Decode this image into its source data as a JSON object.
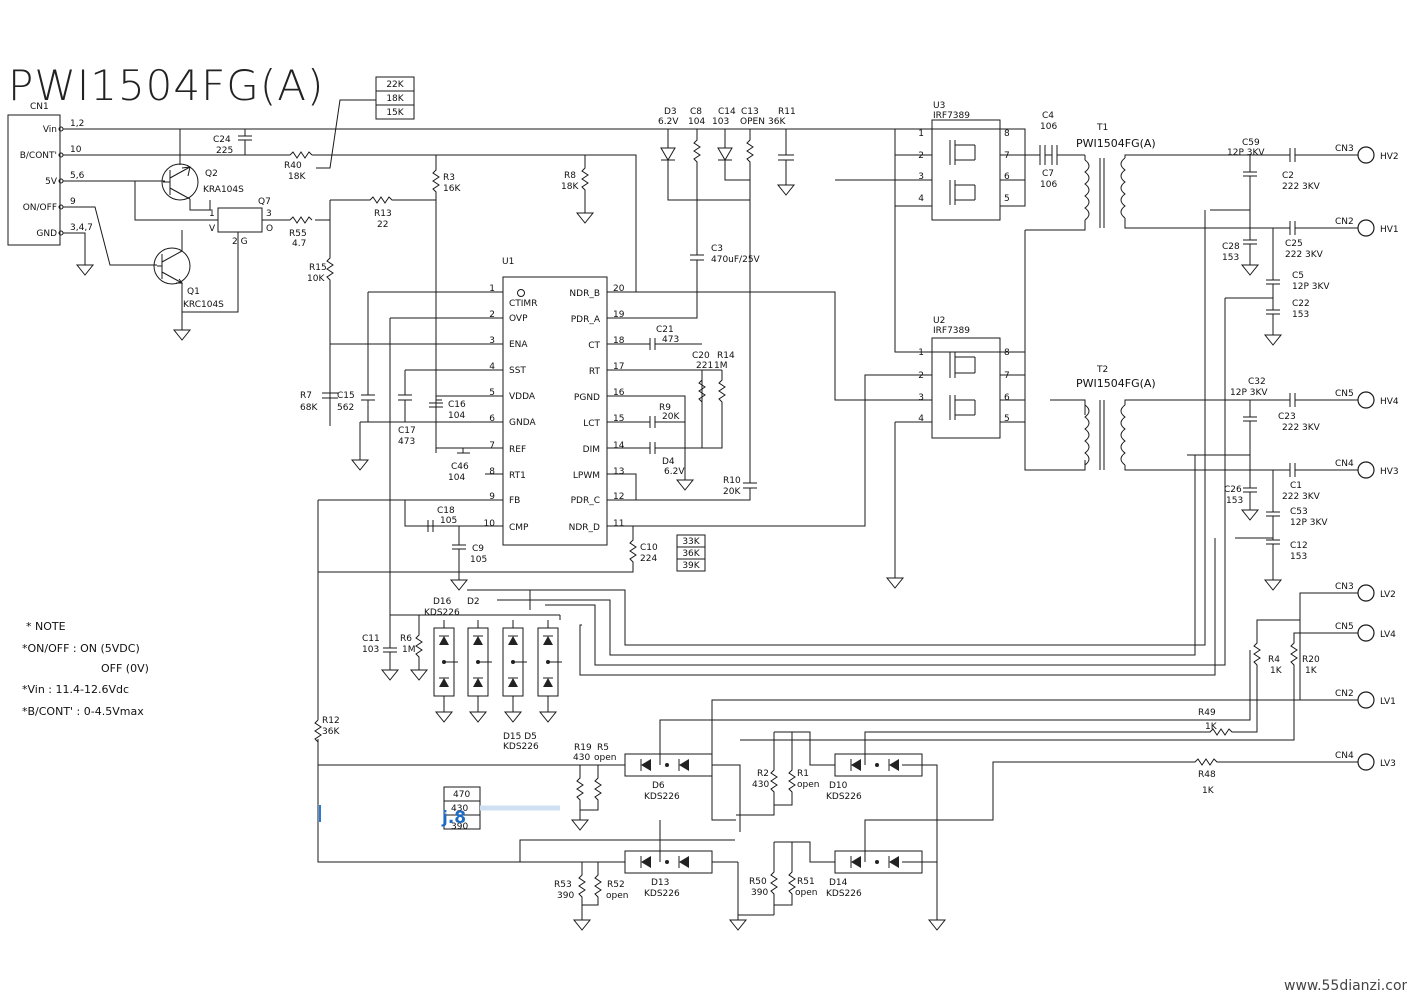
{
  "title": "PWI1504FG(A)",
  "watermark": "www.55dianzi.com",
  "overlay_tag": "j.8",
  "connector_cn1": {
    "ref": "CN1",
    "pins": [
      {
        "name": "Vin",
        "num": "1,2"
      },
      {
        "name": "B/CONT'",
        "num": "10"
      },
      {
        "name": "5V",
        "num": "5,6"
      },
      {
        "name": "ON/OFF",
        "num": "9"
      },
      {
        "name": "GND",
        "num": "3,4,7"
      }
    ]
  },
  "ic_u1": {
    "ref": "U1",
    "left_pins": [
      {
        "num": "1",
        "name": "CTIMR"
      },
      {
        "num": "2",
        "name": "OVP"
      },
      {
        "num": "3",
        "name": "ENA"
      },
      {
        "num": "4",
        "name": "SST"
      },
      {
        "num": "5",
        "name": "VDDA"
      },
      {
        "num": "6",
        "name": "GNDA"
      },
      {
        "num": "7",
        "name": "REF"
      },
      {
        "num": "8",
        "name": "RT1"
      },
      {
        "num": "9",
        "name": "FB"
      },
      {
        "num": "10",
        "name": "CMP"
      }
    ],
    "right_pins": [
      {
        "num": "20",
        "name": "NDR_B"
      },
      {
        "num": "19",
        "name": "PDR_A"
      },
      {
        "num": "18",
        "name": "CT"
      },
      {
        "num": "17",
        "name": "RT"
      },
      {
        "num": "16",
        "name": "PGND"
      },
      {
        "num": "15",
        "name": "LCT"
      },
      {
        "num": "14",
        "name": "DIM"
      },
      {
        "num": "13",
        "name": "LPWM"
      },
      {
        "num": "12",
        "name": "PDR_C"
      },
      {
        "num": "11",
        "name": "NDR_D"
      }
    ]
  },
  "mosfets": [
    {
      "ref": "U3",
      "part": "IRF7389",
      "pins": [
        "1",
        "2",
        "3",
        "4",
        "8",
        "7",
        "6",
        "5"
      ]
    },
    {
      "ref": "U2",
      "part": "IRF7389",
      "pins": [
        "1",
        "2",
        "3",
        "4",
        "8",
        "7",
        "6",
        "5"
      ]
    }
  ],
  "transformers": [
    {
      "ref": "T1",
      "part": "PWI1504FG(A)"
    },
    {
      "ref": "T2",
      "part": "PWI1504FG(A)"
    }
  ],
  "option_boxes": {
    "r40": [
      "22K",
      "18K",
      "15K"
    ],
    "r11": [
      "33K",
      "36K",
      "39K"
    ],
    "r19": [
      "470",
      "430",
      "390"
    ]
  },
  "labels": [
    {
      "id": "c24",
      "text": "C24"
    },
    {
      "id": "c24v",
      "text": "225"
    },
    {
      "id": "r40",
      "text": "R40"
    },
    {
      "id": "r40v",
      "text": "18K"
    },
    {
      "id": "q2",
      "text": "Q2"
    },
    {
      "id": "q2p",
      "text": "KRA104S"
    },
    {
      "id": "q7",
      "text": "Q7"
    },
    {
      "id": "q1",
      "text": "Q1"
    },
    {
      "id": "q1p",
      "text": "KRC104S"
    },
    {
      "id": "r55",
      "text": "R55"
    },
    {
      "id": "r55v",
      "text": "4.7"
    },
    {
      "id": "r13",
      "text": "R13"
    },
    {
      "id": "r13v",
      "text": "22"
    },
    {
      "id": "r15",
      "text": "R15"
    },
    {
      "id": "r15v",
      "text": "10K"
    },
    {
      "id": "r3",
      "text": "R3"
    },
    {
      "id": "r3v",
      "text": "16K"
    },
    {
      "id": "r8",
      "text": "R8"
    },
    {
      "id": "r8v",
      "text": "18K"
    },
    {
      "id": "d3",
      "text": "D3"
    },
    {
      "id": "d3v",
      "text": "6.2V"
    },
    {
      "id": "r9",
      "text": "R9"
    },
    {
      "id": "r9v",
      "text": "20K"
    },
    {
      "id": "d4",
      "text": "D4"
    },
    {
      "id": "d4v",
      "text": "6.2V"
    },
    {
      "id": "r10",
      "text": "R10"
    },
    {
      "id": "r10v",
      "text": "20K"
    },
    {
      "id": "c3",
      "text": "C3"
    },
    {
      "id": "c3v",
      "text": "470uF/25V"
    },
    {
      "id": "c21",
      "text": "C21"
    },
    {
      "id": "c21v",
      "text": "473"
    },
    {
      "id": "c20",
      "text": "C20"
    },
    {
      "id": "c20v",
      "text": "221"
    },
    {
      "id": "r14",
      "text": "R14"
    },
    {
      "id": "r14v",
      "text": "1M"
    },
    {
      "id": "r7",
      "text": "R7"
    },
    {
      "id": "r7v",
      "text": "68K"
    },
    {
      "id": "c15",
      "text": "C15"
    },
    {
      "id": "c15v",
      "text": "562"
    },
    {
      "id": "c16",
      "text": "C16"
    },
    {
      "id": "c16v",
      "text": "104"
    },
    {
      "id": "c17",
      "text": "C17"
    },
    {
      "id": "c17v",
      "text": "473"
    },
    {
      "id": "c46",
      "text": "C46"
    },
    {
      "id": "c46v",
      "text": "104"
    },
    {
      "id": "c18",
      "text": "C18"
    },
    {
      "id": "c18v",
      "text": "105"
    },
    {
      "id": "c9",
      "text": "C9"
    },
    {
      "id": "c9v",
      "text": "105"
    },
    {
      "id": "c10",
      "text": "C10"
    },
    {
      "id": "c10v",
      "text": "224"
    },
    {
      "id": "c8",
      "text": "C8"
    },
    {
      "id": "c8v",
      "text": "104"
    },
    {
      "id": "c14",
      "text": "C14"
    },
    {
      "id": "c14v",
      "text": "103"
    },
    {
      "id": "c13",
      "text": "C13"
    },
    {
      "id": "c13v",
      "text": "OPEN"
    },
    {
      "id": "r11",
      "text": "R11"
    },
    {
      "id": "r11v",
      "text": "36K"
    },
    {
      "id": "c4",
      "text": "C4"
    },
    {
      "id": "c4v",
      "text": "106"
    },
    {
      "id": "c7",
      "text": "C7"
    },
    {
      "id": "c7v",
      "text": "106"
    },
    {
      "id": "c59",
      "text": "C59"
    },
    {
      "id": "c59v",
      "text": "12P 3KV"
    },
    {
      "id": "c2",
      "text": "C2"
    },
    {
      "id": "c2v",
      "text": "222 3KV"
    },
    {
      "id": "c28",
      "text": "C28"
    },
    {
      "id": "c28v",
      "text": "153"
    },
    {
      "id": "c25",
      "text": "C25"
    },
    {
      "id": "c25v",
      "text": "222 3KV"
    },
    {
      "id": "c5",
      "text": "C5"
    },
    {
      "id": "c5v",
      "text": "12P 3KV"
    },
    {
      "id": "c22",
      "text": "C22"
    },
    {
      "id": "c22v",
      "text": "153"
    },
    {
      "id": "c32",
      "text": "C32"
    },
    {
      "id": "c32v",
      "text": "12P 3KV"
    },
    {
      "id": "c23",
      "text": "C23"
    },
    {
      "id": "c23v",
      "text": "222 3KV"
    },
    {
      "id": "c26",
      "text": "C26"
    },
    {
      "id": "c26v",
      "text": "153"
    },
    {
      "id": "c1",
      "text": "C1"
    },
    {
      "id": "c1v",
      "text": "222 3KV"
    },
    {
      "id": "c53",
      "text": "C53"
    },
    {
      "id": "c53v",
      "text": "12P 3KV"
    },
    {
      "id": "c12",
      "text": "C12"
    },
    {
      "id": "c12v",
      "text": "153"
    },
    {
      "id": "d16",
      "text": "D16"
    },
    {
      "id": "d16p",
      "text": "KDS226"
    },
    {
      "id": "d2",
      "text": "D2"
    },
    {
      "id": "d15",
      "text": "D15 D5"
    },
    {
      "id": "d15p",
      "text": "KDS226"
    },
    {
      "id": "c11",
      "text": "C11"
    },
    {
      "id": "c11v",
      "text": "103"
    },
    {
      "id": "r6",
      "text": "R6"
    },
    {
      "id": "r6v",
      "text": "1M"
    },
    {
      "id": "r12",
      "text": "R12"
    },
    {
      "id": "r12v",
      "text": "36K"
    },
    {
      "id": "r19",
      "text": "R19"
    },
    {
      "id": "r19v",
      "text": "430"
    },
    {
      "id": "r5",
      "text": "R5"
    },
    {
      "id": "r5v",
      "text": "open"
    },
    {
      "id": "d6",
      "text": "D6"
    },
    {
      "id": "d6p",
      "text": "KDS226"
    },
    {
      "id": "r2",
      "text": "R2"
    },
    {
      "id": "r2v",
      "text": "430"
    },
    {
      "id": "r1",
      "text": "R1"
    },
    {
      "id": "r1v",
      "text": "open"
    },
    {
      "id": "d10",
      "text": "D10"
    },
    {
      "id": "d10p",
      "text": "KDS226"
    },
    {
      "id": "r53",
      "text": "R53"
    },
    {
      "id": "r53v",
      "text": "390"
    },
    {
      "id": "r52",
      "text": "R52"
    },
    {
      "id": "r52v",
      "text": "open"
    },
    {
      "id": "d13",
      "text": "D13"
    },
    {
      "id": "d13p",
      "text": "KDS226"
    },
    {
      "id": "r50",
      "text": "R50"
    },
    {
      "id": "r50v",
      "text": "390"
    },
    {
      "id": "r51",
      "text": "R51"
    },
    {
      "id": "r51v",
      "text": "open"
    },
    {
      "id": "d14",
      "text": "D14"
    },
    {
      "id": "d14p",
      "text": "KDS226"
    },
    {
      "id": "r4",
      "text": "R4"
    },
    {
      "id": "r4v",
      "text": "1K"
    },
    {
      "id": "r20",
      "text": "R20"
    },
    {
      "id": "r20v",
      "text": "1K"
    },
    {
      "id": "r49",
      "text": "R49"
    },
    {
      "id": "r49v",
      "text": "1K"
    },
    {
      "id": "r48",
      "text": "R48"
    },
    {
      "id": "r48v",
      "text": "1K"
    }
  ],
  "connectors": [
    {
      "ref": "CN3",
      "name": "HV2"
    },
    {
      "ref": "CN2",
      "name": "HV1"
    },
    {
      "ref": "CN5",
      "name": "HV4"
    },
    {
      "ref": "CN4",
      "name": "HV3"
    },
    {
      "ref": "CN3",
      "name": "LV2"
    },
    {
      "ref": "CN5",
      "name": "LV4"
    },
    {
      "ref": "CN2",
      "name": "LV1"
    },
    {
      "ref": "CN4",
      "name": "LV3"
    }
  ],
  "notes": [
    "* NOTE",
    "*ON/OFF : ON (5VDC)",
    "OFF (0V)",
    "*Vin : 11.4-12.6Vdc",
    "*B/CONT' : 0-4.5Vmax"
  ]
}
